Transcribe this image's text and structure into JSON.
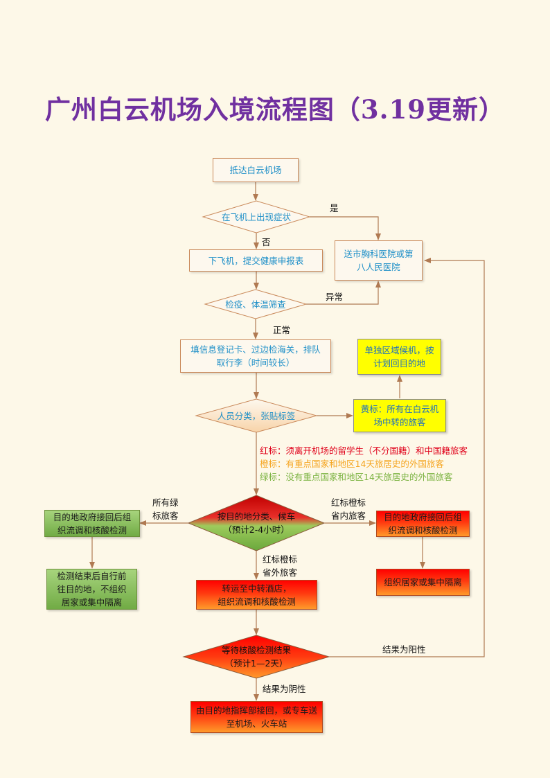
{
  "title": "广州白云机场入境流程图（3.19更新）",
  "nodes": {
    "arrive": "抵达白云机场",
    "symptom_check": "在飞机上出现症状",
    "send_hospital": "送市胸科医院或第\n八人民医院",
    "deplane": "下飞机，提交健康申报表",
    "quarantine_check": "检疫、体温筛查",
    "fill_info": "填信息登记卡、过边检海关，排队\n取行李（时间较长）",
    "classify": "人员分类，张贴标签",
    "yellow_tag": "黄标：所有在白云机\n场中转的旅客",
    "separate_wait": "单独区域候机，按\n计划回目的地",
    "dest_classify": "按目的地分类、候车\n（预计2-4小时）",
    "green_pickup": "目的地政府接回后组\n织流调和核酸检测",
    "green_after": "检测结束后自行前\n往目的地，不组织\n居家或集中隔离",
    "province_pickup": "目的地政府接回后组\n织流调和核酸检测",
    "province_isolation": "组织居家或集中隔离",
    "transfer_hotel": "转运至中转酒店，\n组织流调和核酸检测",
    "wait_result": "等待核酸检测结果\n（预计1—2天）",
    "final_return": "由目的地指挥部接回，或专车送\n至机场、火车站"
  },
  "edge_labels": {
    "yes": "是",
    "no": "否",
    "abnormal": "异常",
    "normal": "正常",
    "all_green": "所有绿\n标旅客",
    "red_orange_in": "红标橙标\n省内旅客",
    "red_orange_out": "红标橙标\n省外旅客",
    "positive": "结果为阳性",
    "negative": "结果为阴性"
  },
  "legend": {
    "red": "红标：须离开机场的留学生（不分国籍）和中国籍旅客",
    "orange": "橙标：有重点国家和地区14天旅居史的外国旅客",
    "green": "绿标：没有重点国家和地区14天旅居史的外国旅客"
  },
  "colors": {
    "title": "#7030a0",
    "legend_red": "#e0001a",
    "legend_orange": "#f5a623",
    "legend_green": "#7cb342",
    "connector": "#b07a52"
  }
}
